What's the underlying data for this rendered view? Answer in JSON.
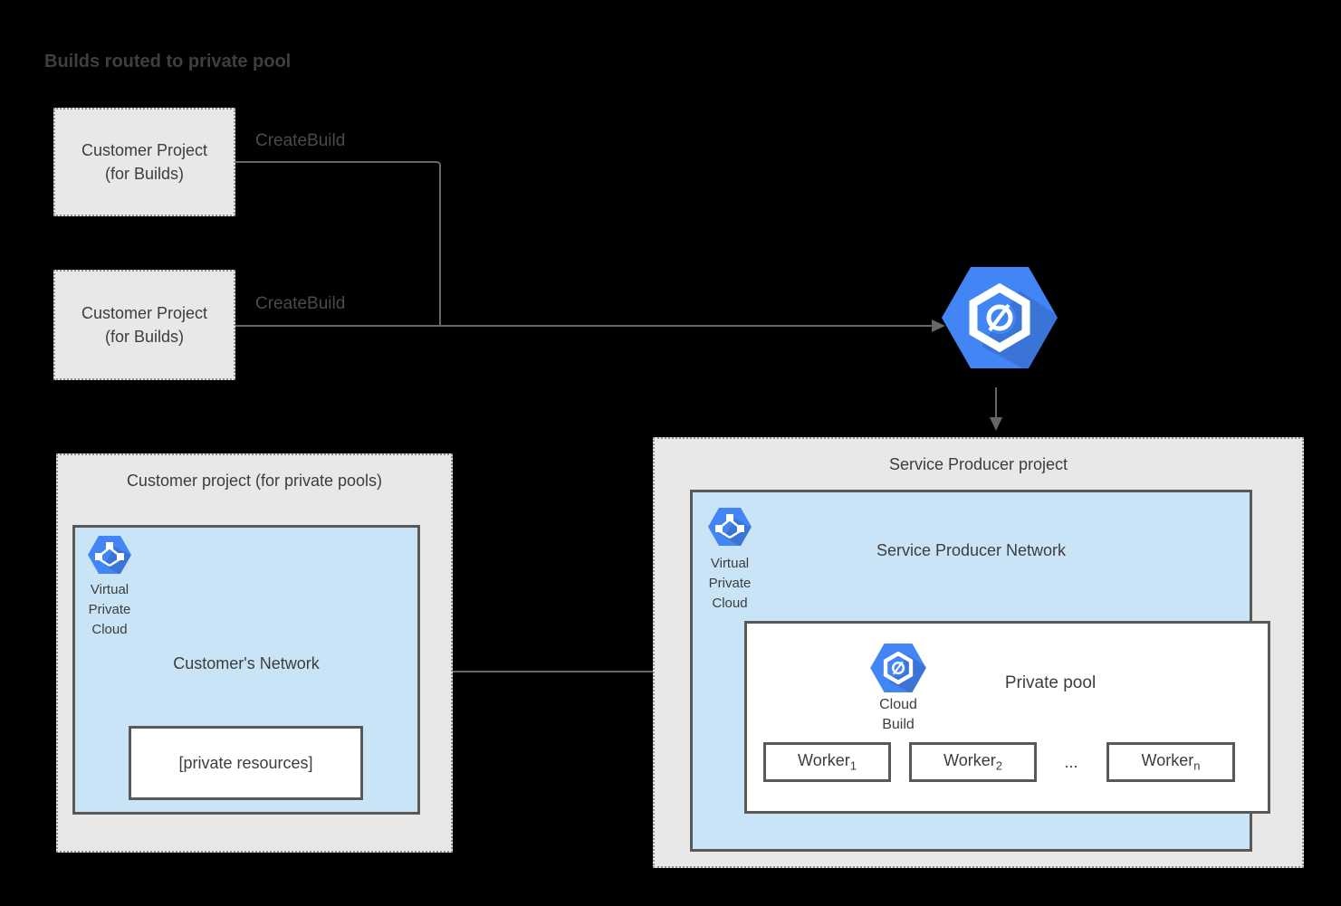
{
  "diagram_title": "Builds routed to private pool",
  "build_projects": {
    "box1": {
      "line1": "Customer Project",
      "line2": "(for Builds)",
      "action_label": "CreateBuild"
    },
    "box2": {
      "line1": "Customer Project",
      "line2": "(for Builds)",
      "action_label": "CreateBuild"
    }
  },
  "service_producer": {
    "title": "Service Producer project",
    "network": {
      "title": "Service Producer Network",
      "vpc_icon_label": {
        "line1": "Virtual",
        "line2": "Private",
        "line3": "Cloud"
      },
      "private_pool": {
        "title": "Private pool",
        "icon_label": {
          "line1": "Cloud",
          "line2": "Build"
        },
        "workers": [
          {
            "name": "Worker",
            "sub": "1"
          },
          {
            "name": "Worker",
            "sub": "2"
          },
          {
            "name": "Worker",
            "sub": "n"
          }
        ],
        "ellipsis": "..."
      }
    }
  },
  "customer_pool_project": {
    "title": "Customer project (for private pools)",
    "network": {
      "title": "Customer's Network",
      "vpc_icon_label": {
        "line1": "Virtual",
        "line2": "Private",
        "line3": "Cloud"
      },
      "private_resources_label": "[private resources]"
    }
  },
  "colors": {
    "background": "#000000",
    "project_box_fill": "#e8e8e8",
    "project_box_dotted_border": "#8f8f8f",
    "network_box_fill": "#c9e4f6",
    "solid_border": "#595959",
    "icon_blue": "#4285f4",
    "icon_blue_shadow": "#000000_12pct",
    "connector": "#666666",
    "text": "#3d3d3d"
  }
}
